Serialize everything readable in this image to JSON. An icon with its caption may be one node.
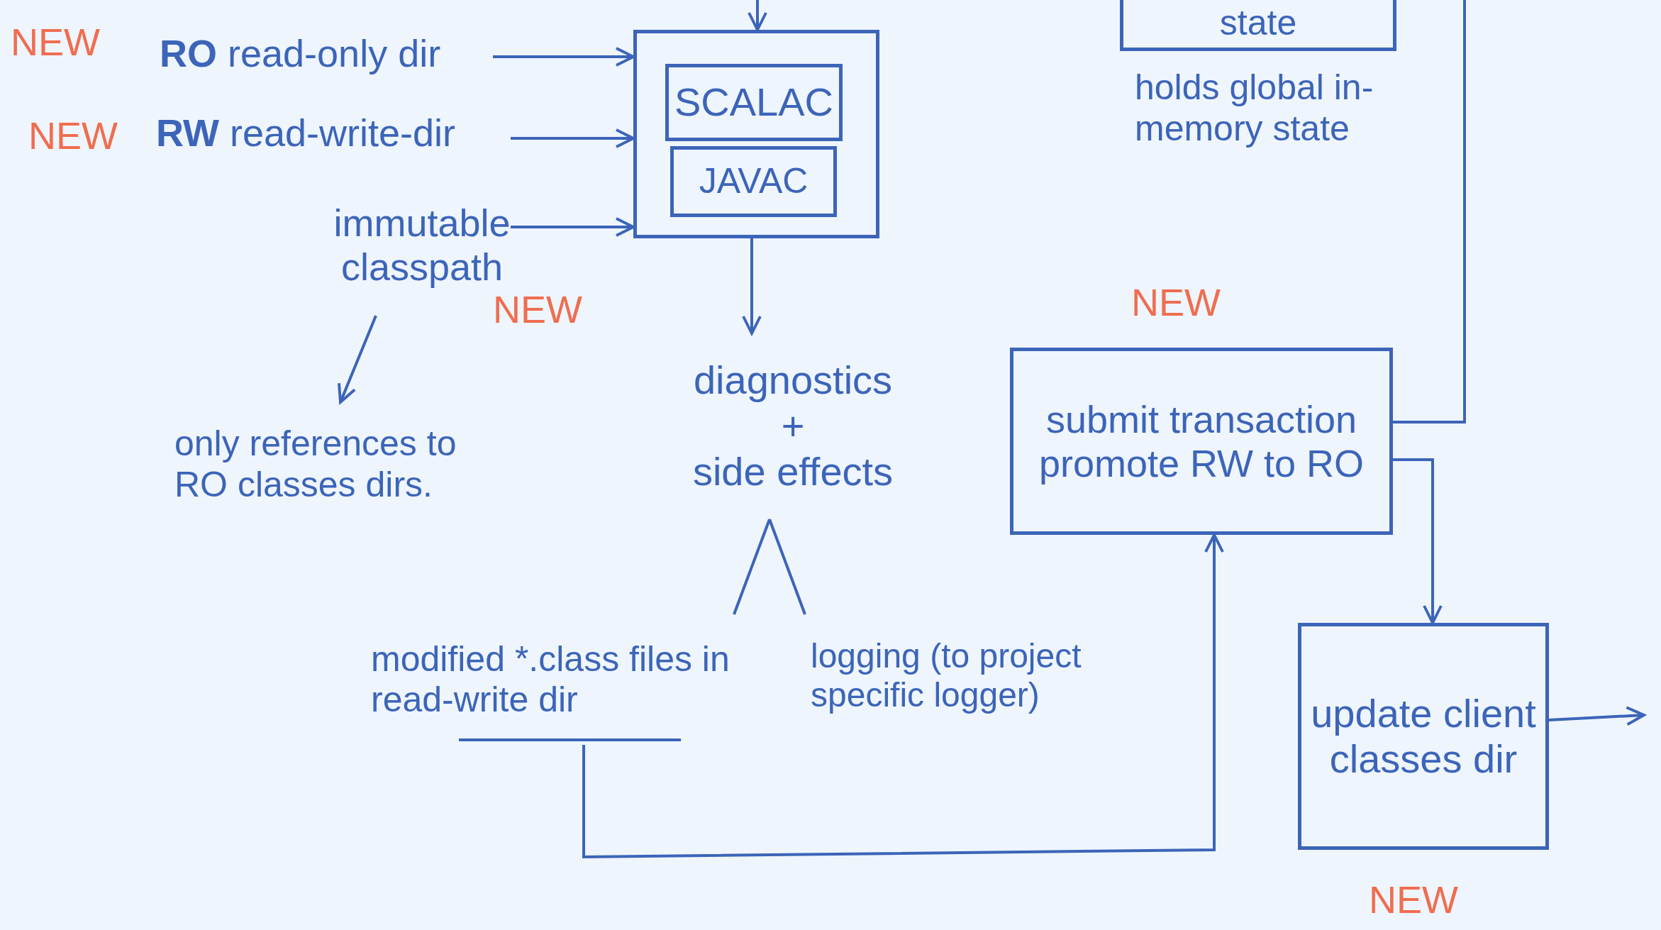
{
  "diagram": {
    "nodes": [
      {
        "text": [
          "**RO** read-only dir"
        ]
      },
      {
        "text": [
          "**RW** read-write-dir"
        ]
      },
      {
        "text": [
          "immutable classpath"
        ]
      },
      {
        "text": [],
        "shape": "box"
      },
      {
        "text": [
          "SCALAC"
        ],
        "in": 3
      },
      {
        "text": [
          "JAVAC"
        ],
        "in": 3
      },
      {
        "text": [
          "only references to RO classes dirs."
        ]
      },
      {
        "text": [
          "diagnostics",
          "+",
          "side effects"
        ]
      },
      {
        "text": [
          "modified *.class files in read-write dir"
        ]
      },
      {
        "text": [
          "logging (to project specific logger)"
        ]
      },
      {
        "text": [
          "state"
        ],
        "beside": [
          "holds global in-memory state"
        ]
      },
      {
        "text": [
          "submit transaction",
          "promote RW to RO"
        ]
      },
      {
        "text": [
          "update client classes dir"
        ]
      }
    ],
    "edges": [
      {
        "from": 0,
        "to": 3,
        "arrow": "to"
      },
      {
        "from": 1,
        "to": 3,
        "arrow": "to"
      },
      {
        "from": 2,
        "to": 3,
        "arrow": "to"
      },
      {
        "from": null,
        "to": 3,
        "arrow": "to"
      },
      {
        "from": 2,
        "to": 6,
        "arrow": "to"
      },
      {
        "from": 3,
        "to": 7,
        "arrow": "to"
      },
      {
        "from": 8,
        "to": 7,
        "arrow": "none"
      },
      {
        "from": 9,
        "to": 7,
        "arrow": "none"
      },
      {
        "from": 8,
        "to": 11,
        "arrow": "to"
      },
      {
        "from": 11,
        "to": null,
        "arrow": "none"
      },
      {
        "from": 11,
        "to": 12,
        "arrow": "to"
      },
      {
        "from": 12,
        "to": null,
        "arrow": "to"
      }
    ],
    "labels": [
      "NEW",
      "NEW",
      "NEW",
      "NEW",
      "NEW"
    ]
  }
}
